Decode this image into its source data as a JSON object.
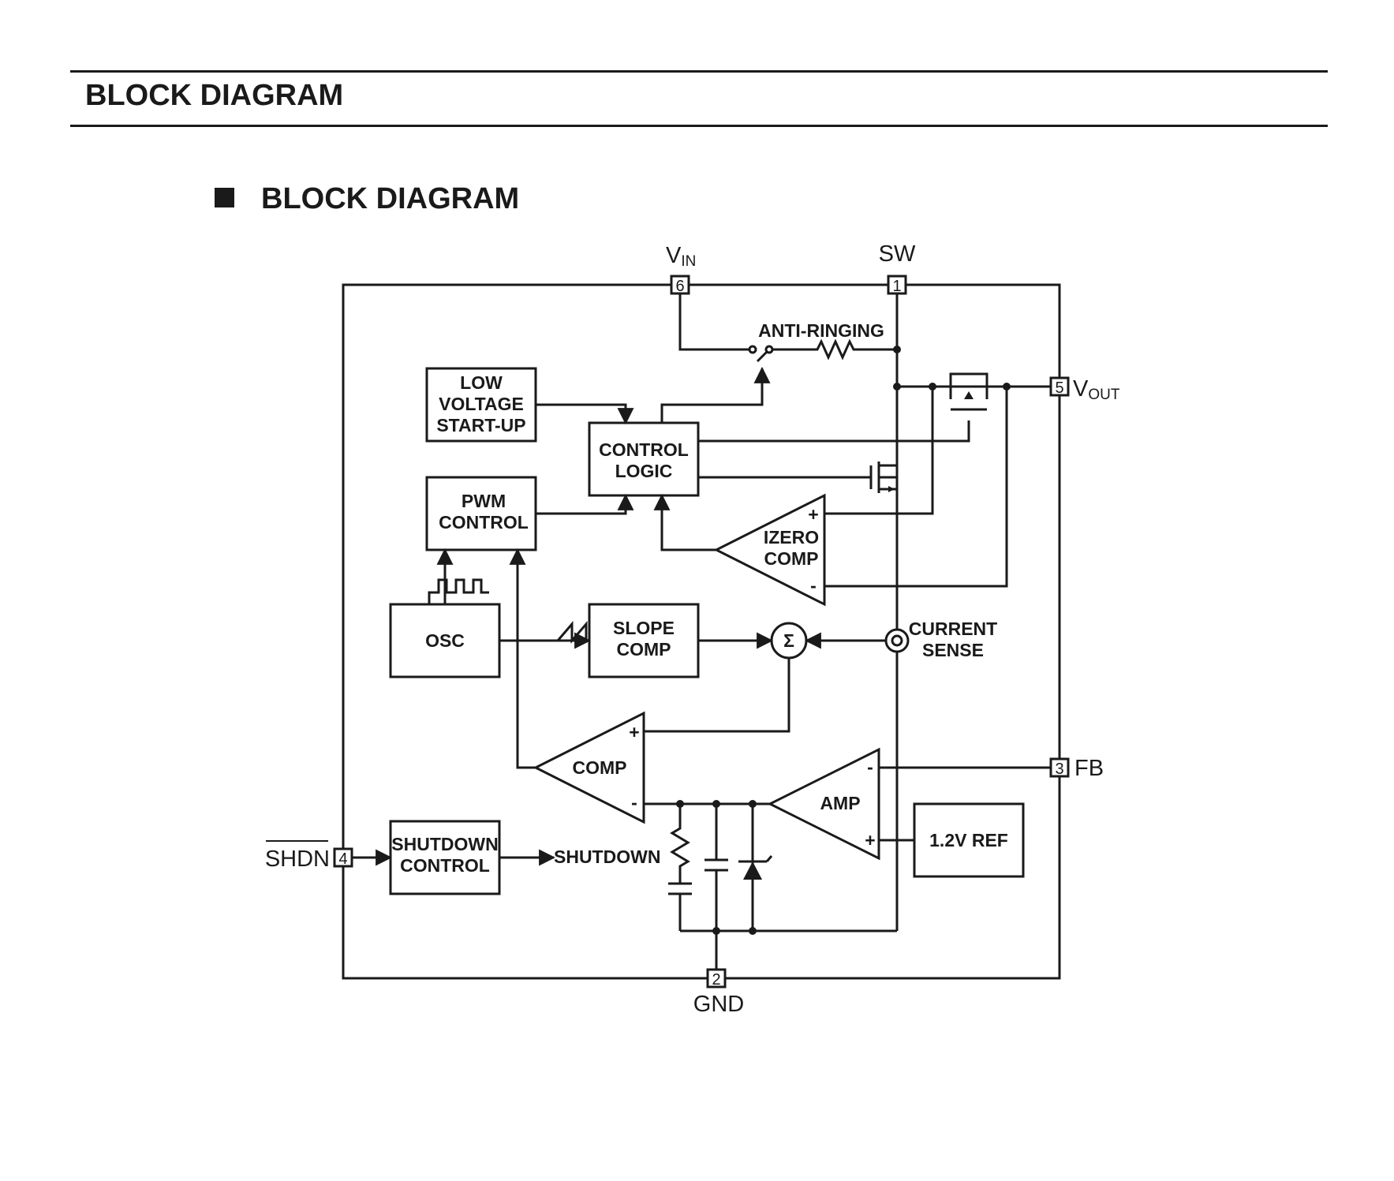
{
  "header": {
    "title": "BLOCK DIAGRAM"
  },
  "section": {
    "title": "BLOCK DIAGRAM"
  },
  "pins": {
    "vin": {
      "name": "V",
      "sub": "IN",
      "number": "6"
    },
    "sw": {
      "name": "SW",
      "number": "1"
    },
    "vout": {
      "name": "V",
      "sub": "OUT",
      "number": "5"
    },
    "fb": {
      "name": "FB",
      "number": "3"
    },
    "shdn": {
      "name": "SHDN",
      "number": "4"
    },
    "gnd": {
      "name": "GND",
      "number": "2"
    }
  },
  "blocks": {
    "low_voltage_startup": [
      "LOW",
      "VOLTAGE",
      "START-UP"
    ],
    "control_logic": [
      "CONTROL",
      "LOGIC"
    ],
    "pwm_control": [
      "PWM",
      "CONTROL"
    ],
    "osc": "OSC",
    "slope_comp": [
      "SLOPE",
      "COMP"
    ],
    "izero_comp": [
      "IZERO",
      "COMP"
    ],
    "comp": "COMP",
    "amp": "AMP",
    "ref": "1.2V REF",
    "shutdown_control": [
      "SHUTDOWN",
      "CONTROL"
    ]
  },
  "labels": {
    "anti_ringing": "ANTI-RINGING",
    "current_sense": [
      "CURRENT",
      "SENSE"
    ],
    "shutdown_signal": "SHUTDOWN",
    "sum_symbol": "Σ",
    "plus": "+",
    "minus": "-"
  }
}
